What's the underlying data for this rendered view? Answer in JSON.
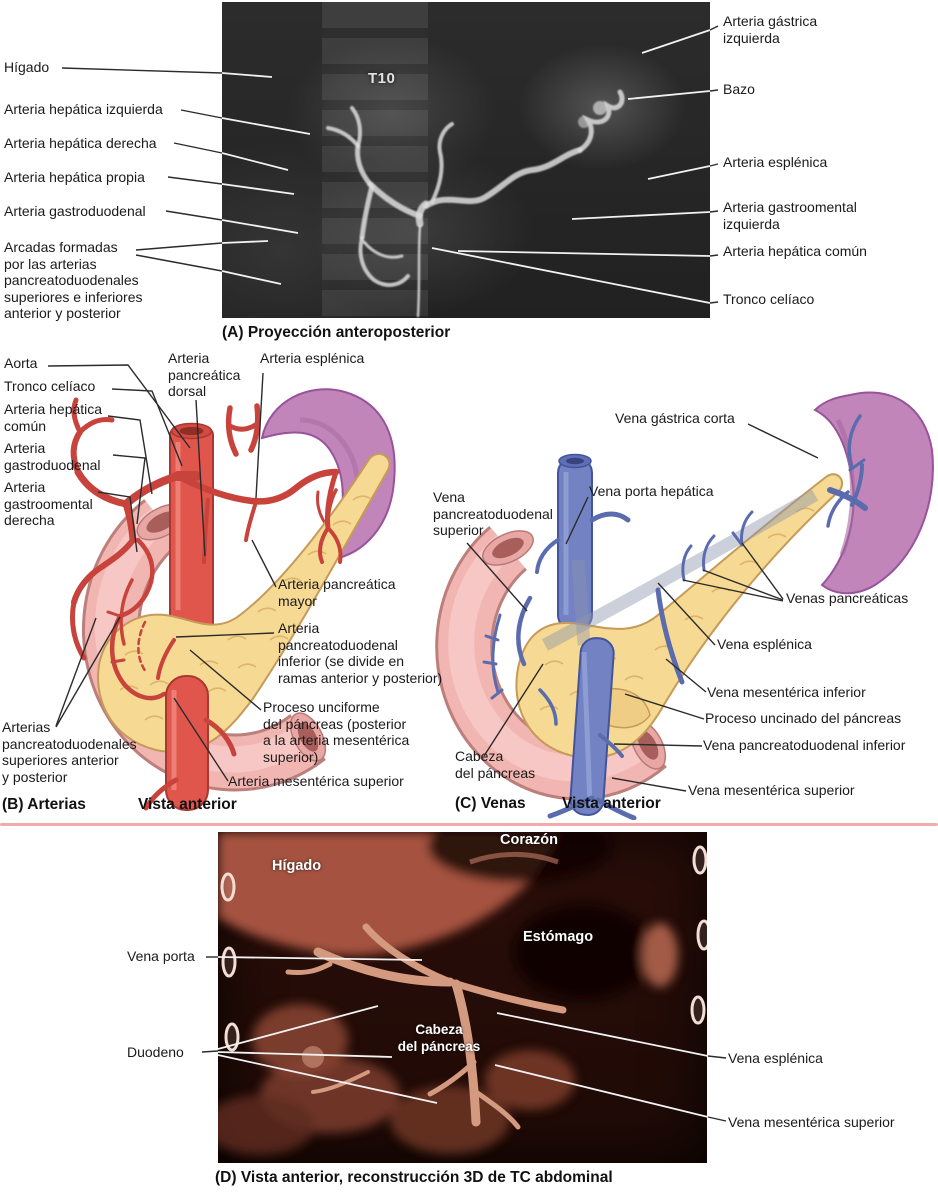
{
  "colors": {
    "artery": "#e0564c",
    "artery_line": "#c7433b",
    "artery_dark": "#a83830",
    "vein": "#7282c2",
    "vein_line": "#5b6cae",
    "vein_dark": "#44549c",
    "pancreas": "#f6d993",
    "pancreas_edge": "#c69a58",
    "spleen": "#c285b9",
    "spleen_edge": "#97539b",
    "duodenum": "#f2b6b2",
    "duodenum_edge": "#bc7f7c",
    "label_text": "#1a1a1a",
    "divider": "#f2aaaa"
  },
  "panel_a": {
    "caption": "(A) Proyección anteroposterior",
    "radiograph_label": "T10",
    "left": [
      "Hígado",
      "Arteria hepática izquierda",
      "Arteria hepática derecha",
      "Arteria hepática propia",
      "Arteria gastroduodenal",
      "Arcadas formadas\npor las arterias\npancreatoduodenales\nsuperiores e inferiores\nanterior y posterior"
    ],
    "right": [
      "Arteria gástrica\nizquierda",
      "Bazo",
      "Arteria esplénica",
      "Arteria gastroomental\nizquierda",
      "Arteria hepática común",
      "Tronco celíaco"
    ]
  },
  "panel_b": {
    "caption": "(B) Arterias",
    "view_label": "Vista anterior",
    "labels": [
      "Aorta",
      "Tronco celíaco",
      "Arteria hepática\ncomún",
      "Arteria\ngastroduodenal",
      "Arteria\ngastroomental\nderecha",
      "Arteria\npancreática\ndorsal",
      "Arteria esplénica",
      "Arteria pancreática\nmayor",
      "Arteria\npancreatoduodenal\ninferior (se divide en\nramas anterior y posterior)",
      "Proceso unciforme\ndel páncreas (posterior\na la arteria mesentérica\nsuperior)",
      "Arterias\npancreatoduodenales\nsuperiores anterior\ny posterior",
      "Arteria mesentérica superior"
    ]
  },
  "panel_c": {
    "caption": "(C) Venas",
    "view_label": "Vista anterior",
    "labels": [
      "Vena gástrica corta",
      "Vena porta hepática",
      "Vena\npancreatoduodenal\nsuperior",
      "Venas pancreáticas",
      "Vena esplénica",
      "Vena mesentérica inferior",
      "Proceso uncinado del páncreas",
      "Vena pancreatoduodenal inferior",
      "Vena mesentérica superior",
      "Cabeza\ndel páncreas"
    ]
  },
  "panel_d": {
    "caption": "(D) Vista anterior, reconstrucción 3D de TC abdominal",
    "image_labels": [
      "Corazón",
      "Hígado",
      "Estómago",
      "Cabeza\ndel páncreas"
    ],
    "labels": [
      "Vena porta",
      "Duodeno",
      "Vena esplénica",
      "Vena mesentérica superior"
    ]
  }
}
